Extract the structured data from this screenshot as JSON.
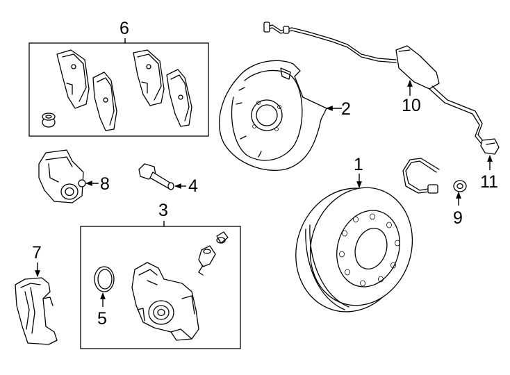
{
  "diagram": {
    "callouts": {
      "rotor": "1",
      "backing_plate": "2",
      "caliper_assembly": "3",
      "guide_pin_bolt": "4",
      "piston_seal": "5",
      "pad_kit": "6",
      "caliper_bracket": "7",
      "caliper_housing": "8",
      "brake_hose": "9",
      "abs_harness": "10",
      "abs_sensor": "11"
    }
  }
}
